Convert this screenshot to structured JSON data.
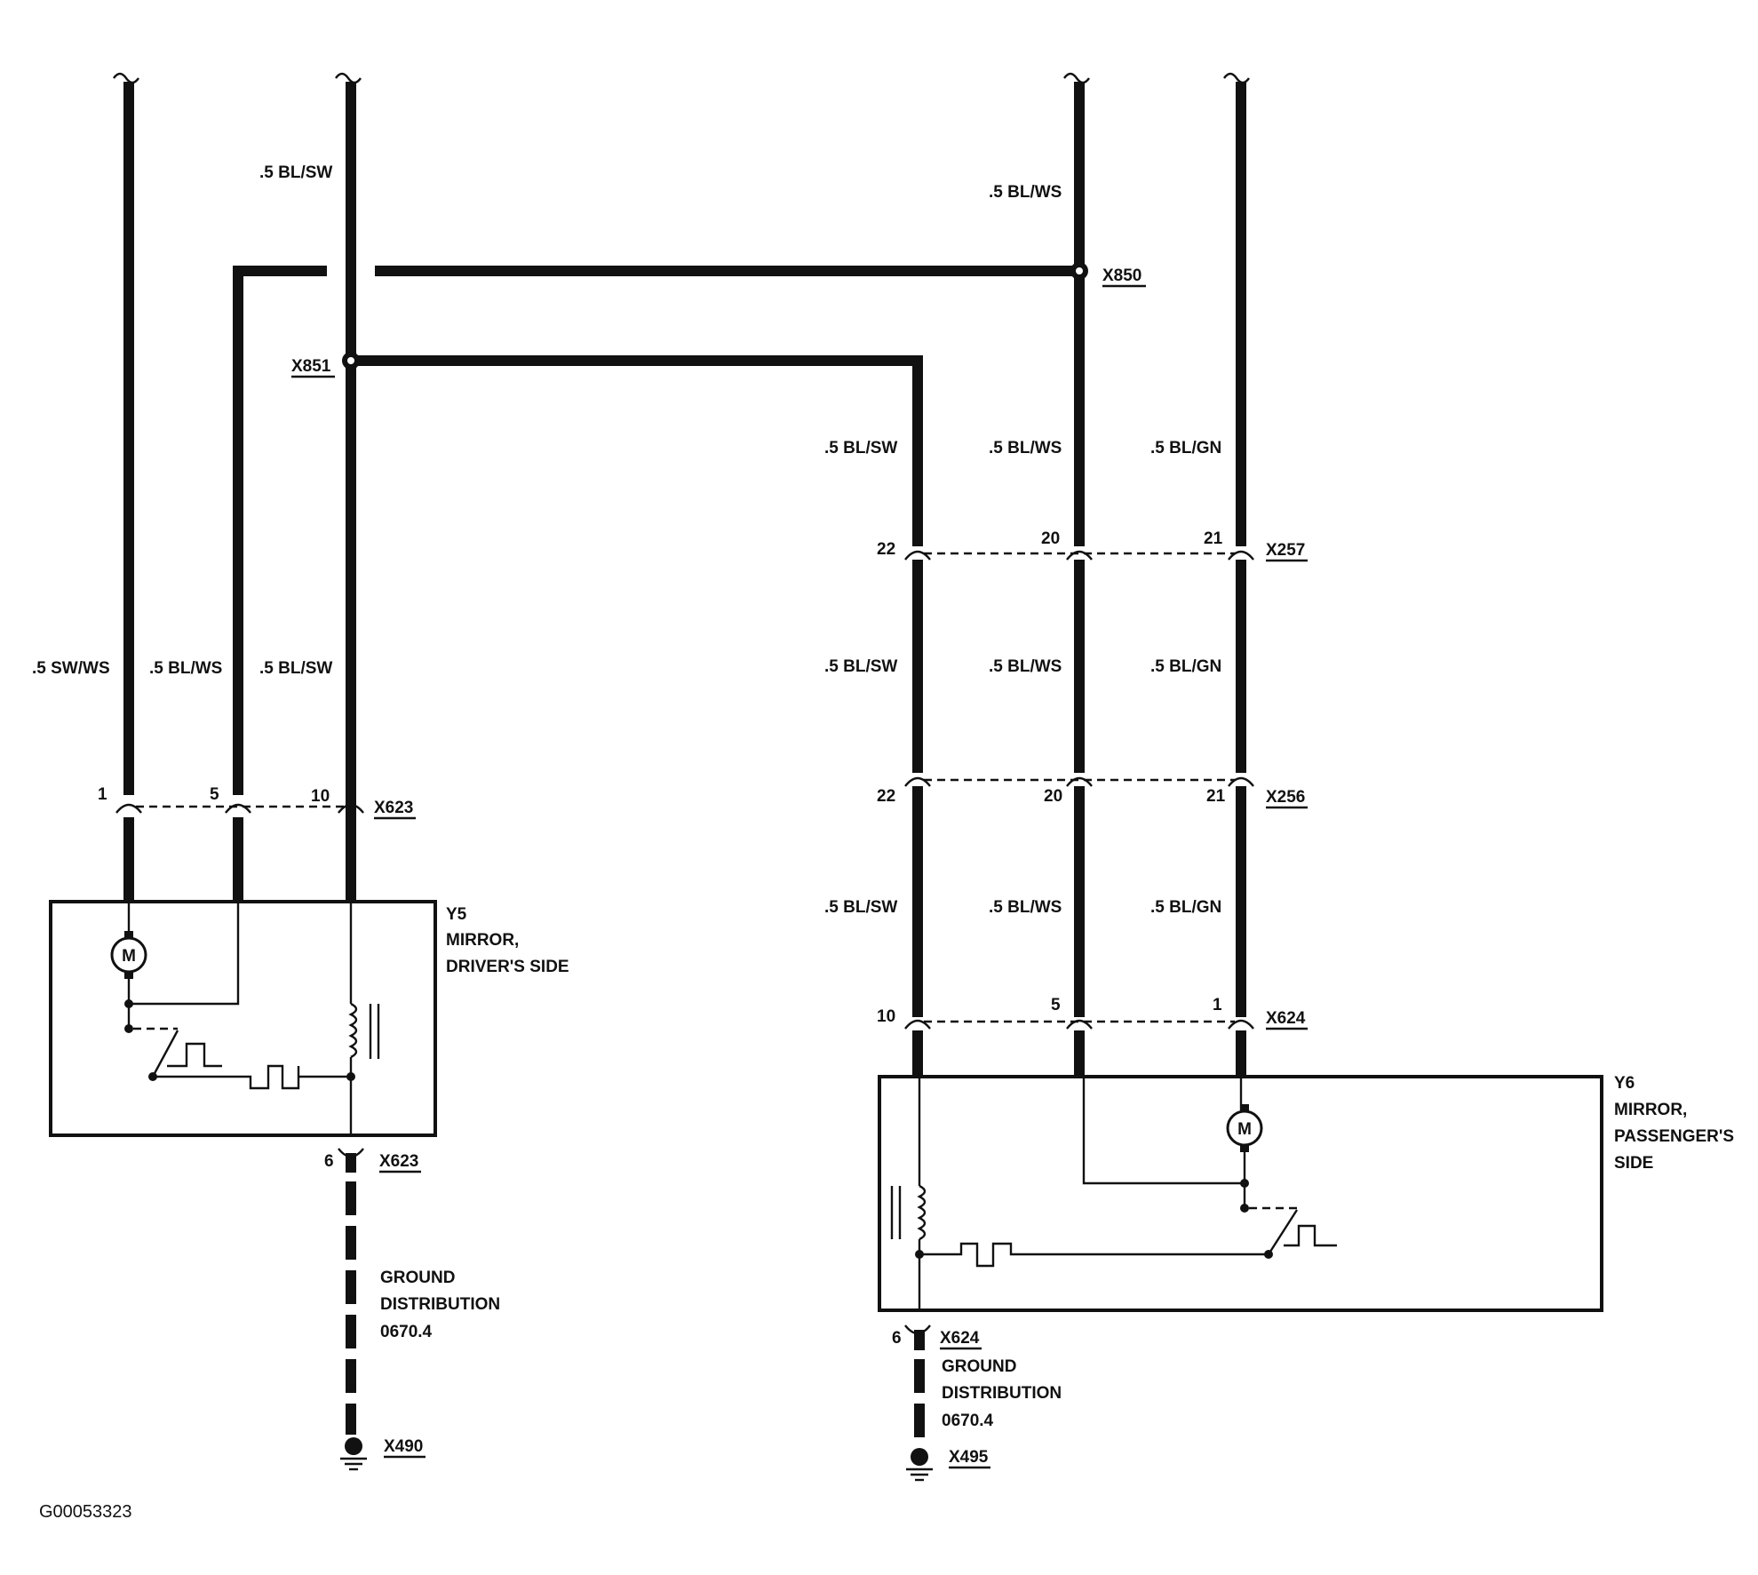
{
  "diagram_id": "G00053323",
  "wires": {
    "sw_ws_left": ".5 SW/WS",
    "bl_ws_left": ".5 BL/WS",
    "bl_sw_left_top": ".5 BL/SW",
    "bl_sw_left_mid": ".5 BL/SW",
    "bl_ws_right_top": ".5 BL/WS",
    "bl_sw_r1": ".5 BL/SW",
    "bl_ws_r1": ".5 BL/WS",
    "bl_gn_r1": ".5 BL/GN",
    "bl_sw_r2": ".5 BL/SW",
    "bl_ws_r2": ".5 BL/WS",
    "bl_gn_r2": ".5 BL/GN",
    "bl_sw_r3": ".5 BL/SW",
    "bl_ws_r3": ".5 BL/WS",
    "bl_gn_r3": ".5 BL/GN"
  },
  "splices": {
    "x850": "X850",
    "x851": "X851"
  },
  "connectors": {
    "x623_top": {
      "name": "X623",
      "pins": [
        "1",
        "5",
        "10"
      ]
    },
    "x623_bottom": {
      "name": "X623",
      "pin": "6"
    },
    "x257": {
      "name": "X257",
      "pins": [
        "22",
        "20",
        "21"
      ]
    },
    "x256": {
      "name": "X256",
      "pins": [
        "22",
        "20",
        "21"
      ]
    },
    "x624_top": {
      "name": "X624",
      "pins": [
        "10",
        "5",
        "1"
      ]
    },
    "x624_bottom": {
      "name": "X624",
      "pin": "6"
    }
  },
  "components": {
    "y5": {
      "id": "Y5",
      "line1": "MIRROR,",
      "line2": "DRIVER'S SIDE"
    },
    "y6": {
      "id": "Y6",
      "line1": "MIRROR,",
      "line2": "PASSENGER'S",
      "line3": "SIDE"
    },
    "motor_label": "M"
  },
  "grounds": {
    "left": {
      "line1": "GROUND",
      "line2": "DISTRIBUTION",
      "line3": "0670.4",
      "point": "X490"
    },
    "right": {
      "line1": "GROUND",
      "line2": "DISTRIBUTION",
      "line3": "0670.4",
      "point": "X495"
    }
  }
}
